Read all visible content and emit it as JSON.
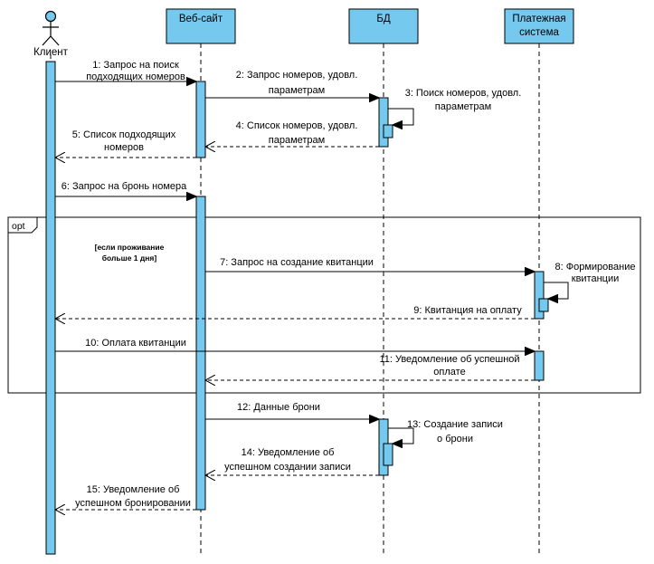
{
  "diagram_type": "UML sequence diagram",
  "participants": {
    "client": "Клиент",
    "website": "Веб-сайт",
    "db": "БД",
    "payment": [
      "Платежная",
      "система"
    ]
  },
  "fragment": {
    "operator": "opt",
    "guard": [
      "[если проживание",
      "больше 1 дня]"
    ]
  },
  "messages": {
    "m1": [
      "1: Запрос на поиск",
      "подходящих номеров"
    ],
    "m2": [
      "2: Запрос номеров, удовл.",
      "параметрам"
    ],
    "m3": [
      "3: Поиск номеров, удовл.",
      "параметрам"
    ],
    "m4": [
      "4: Список номеров, удовл.",
      "параметрам"
    ],
    "m5": [
      "5: Список подходящих",
      "номеров"
    ],
    "m6": [
      "6: Запрос на бронь номера"
    ],
    "m7": [
      "7: Запрос на создание квитанции"
    ],
    "m8": [
      "8: Формирование",
      "квитанции"
    ],
    "m9": [
      "9: Квитанция на оплату"
    ],
    "m10": [
      "10: Оплата квитанции"
    ],
    "m11": [
      "11: Уведомление об успешной",
      "оплате"
    ],
    "m12": [
      "12: Данные брони"
    ],
    "m13": [
      "13: Создание записи",
      "о брони"
    ],
    "m14": [
      "14: Уведомление об",
      "успешном создании записи"
    ],
    "m15": [
      "15: Уведомление об",
      "успешном бронировании"
    ]
  },
  "colors": {
    "activation_fill": "#75c8ee",
    "line": "#000000"
  }
}
